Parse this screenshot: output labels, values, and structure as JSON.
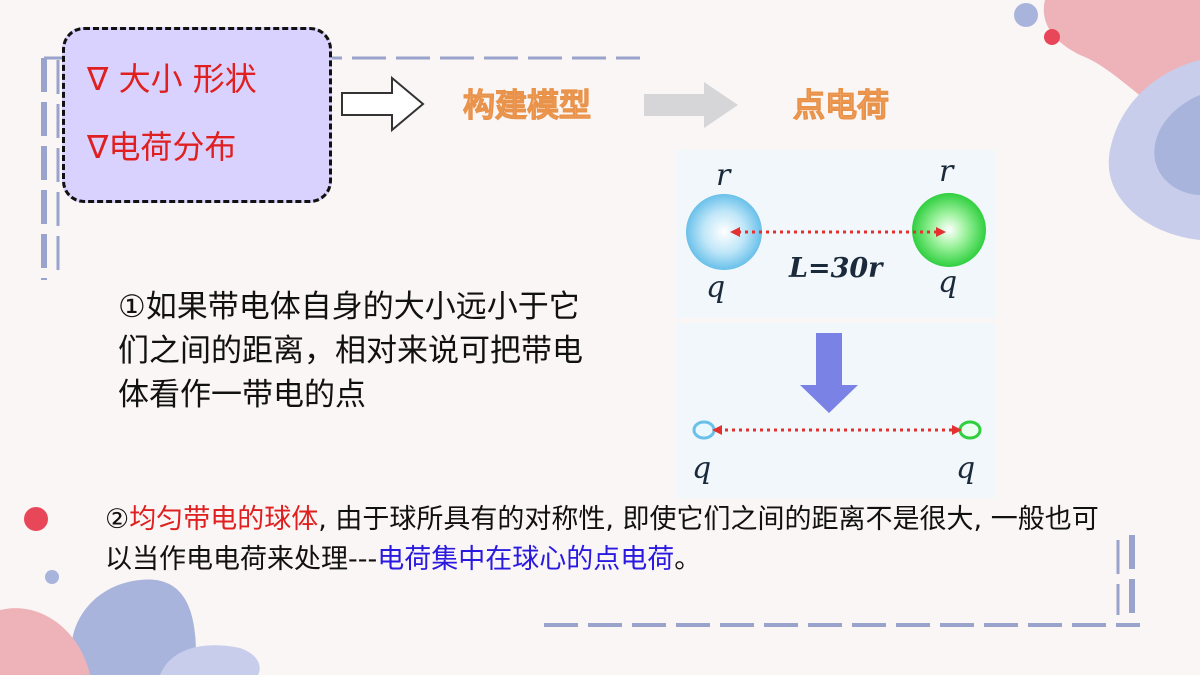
{
  "box": {
    "items": [
      {
        "icon": "∇",
        "label": " 大小 形状"
      },
      {
        "icon": "∇",
        "label": "电荷分布"
      }
    ]
  },
  "flow": {
    "step1": "构建模型",
    "step2": "点电荷"
  },
  "paragraph1": "①如果带电体自身的大小远小于它们之间的距离，相对来说可把带电体看作一带电的点",
  "paragraph2": {
    "part1": "②",
    "highlight1": "均匀带电的球体",
    "part2": ", 由于球所具有的对称性, 即使它们之间的距离不是很大, 一般也可以当作电电荷来处理---",
    "highlight2": "电荷集中在球心的点电荷",
    "part3": "。"
  },
  "figure": {
    "radius_label_left": "r",
    "radius_label_right": "r",
    "distance_label": "L=30r",
    "charge_left_top": "q",
    "charge_right_top": "q",
    "charge_left_bottom": "q",
    "charge_right_bottom": "q"
  },
  "colors": {
    "accent_red": "#e02020",
    "accent_blue": "#2a1ae0",
    "flow_orange": "#f6b27b",
    "box_fill": "#d9d2ff"
  }
}
